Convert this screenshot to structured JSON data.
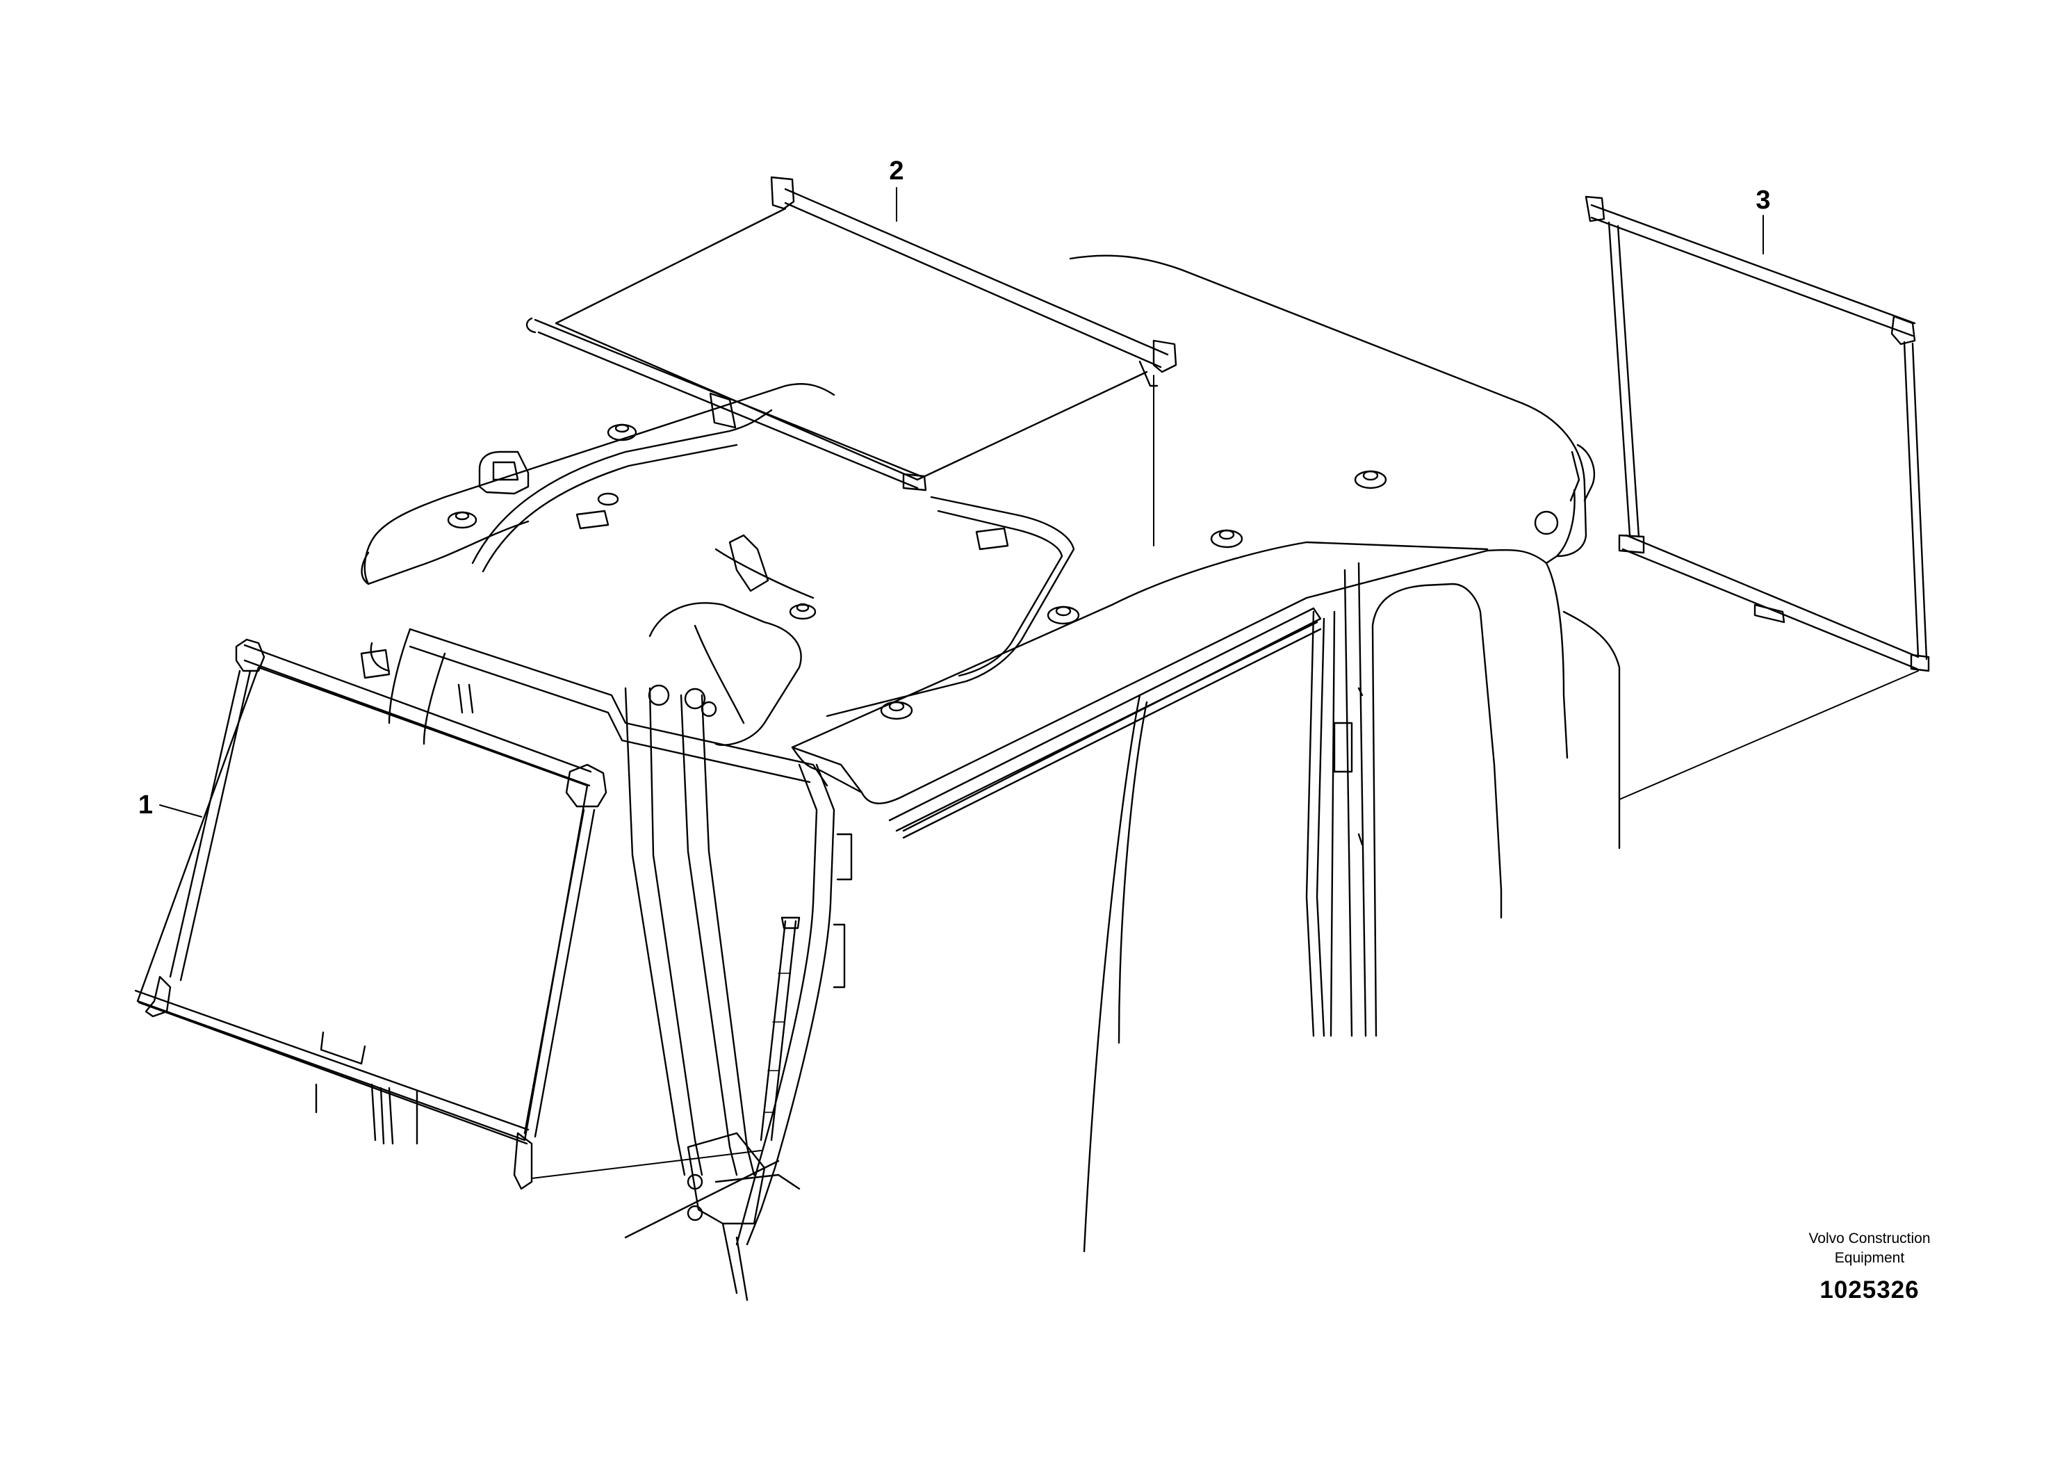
{
  "callouts": [
    {
      "id": "1",
      "label": "1"
    },
    {
      "id": "2",
      "label": "2"
    },
    {
      "id": "3",
      "label": "3"
    }
  ],
  "brand": {
    "company_line1": "Volvo Construction",
    "company_line2": "Equipment",
    "document_number": "1025326"
  },
  "colors": {
    "line": "#000000",
    "background": "#ffffff"
  }
}
